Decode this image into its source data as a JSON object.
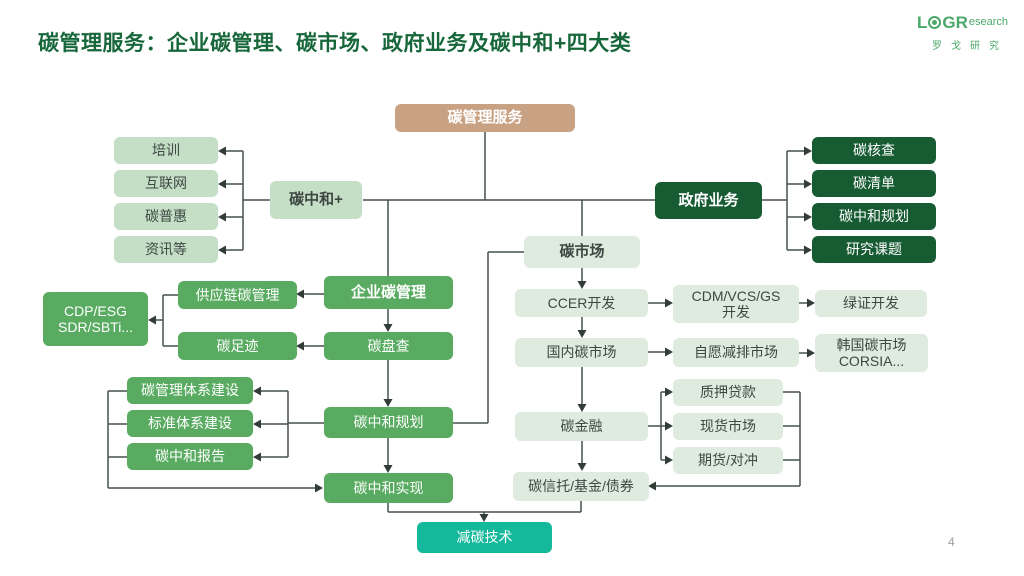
{
  "page": {
    "title": "碳管理服务：企业碳管理、碳市场、政府业务及碳中和+四大类",
    "page_number": "4"
  },
  "logo": {
    "l": "L",
    "gr": "GR",
    "research": "esearch",
    "cn": "罗戈研究"
  },
  "diagram": {
    "root": {
      "label": "碳管理服务"
    },
    "carbon_neutral_plus": {
      "label": "碳中和+",
      "items": [
        "培训",
        "互联网",
        "碳普惠",
        "资讯等"
      ]
    },
    "enterprise": {
      "label": "企业碳管理",
      "supply_chain": "供应链碳管理",
      "footprint": "碳足迹",
      "disclosure_line1": "CDP/ESG",
      "disclosure_line2": "SDR/SBTi...",
      "inventory_check": "碳盘查",
      "mgmt_system": "碳管理体系建设",
      "standard_system": "标准体系建设",
      "neutral_report": "碳中和报告",
      "neutral_planning": "碳中和规划",
      "neutral_realization": "碳中和实现"
    },
    "market": {
      "label": "碳市场",
      "ccer": "CCER开发",
      "cdm_line1": "CDM/VCS/GS",
      "cdm_line2": "开发",
      "green_cert": "绿证开发",
      "domestic": "国内碳市场",
      "voluntary": "自愿减排市场",
      "korea_line1": "韩国碳市场",
      "korea_line2": "CORSIA...",
      "finance": "碳金融",
      "pledge_loan": "质押贷款",
      "spot_market": "现货市场",
      "futures_hedge": "期货/对冲",
      "trust": "碳信托/基金/债券"
    },
    "government": {
      "label": "政府业务",
      "items": [
        "碳核查",
        "碳清单",
        "碳中和规划",
        "研究课题"
      ]
    },
    "tech": {
      "label": "减碳技术"
    }
  },
  "colors": {
    "title_green": "#17673B",
    "logo_green": "#4CA86A",
    "root_tan": "#C9A183",
    "medium_green": "#58AB60",
    "dark_green": "#175B33",
    "pale_green_left": "#C4DFC6",
    "pale_green_center": "#DEEBDE",
    "teal": "#14B89A",
    "line": "#45514B"
  }
}
